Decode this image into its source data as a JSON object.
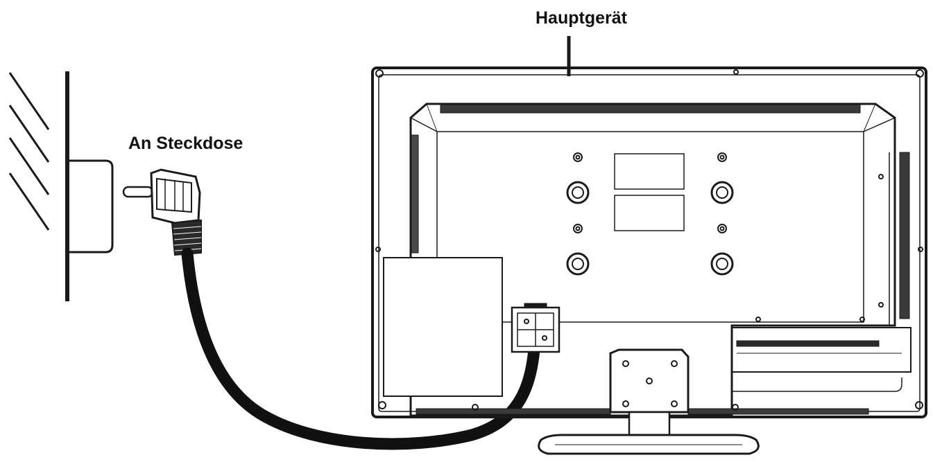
{
  "labels": {
    "main_unit": "Hauptgerät",
    "to_socket": "An Steckdose"
  },
  "colors": {
    "line": "#1a1a1a",
    "cable": "#111111",
    "background": "#ffffff"
  },
  "icons": {
    "wall": "wall-hatch",
    "socket": "wall-socket",
    "plug": "power-plug",
    "tv": "tv-rear-view"
  }
}
